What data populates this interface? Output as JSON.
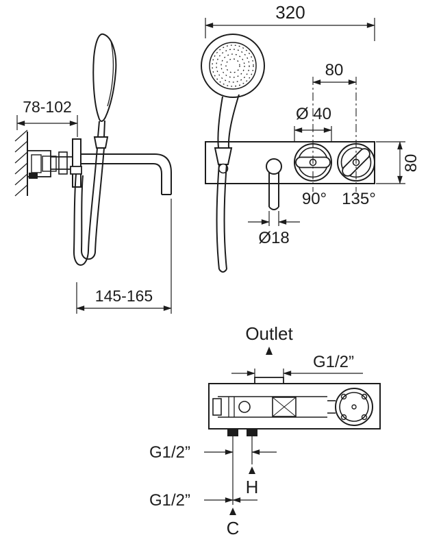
{
  "page": {
    "background": "#ffffff",
    "line_color": "#1c1c1c"
  },
  "front_view": {
    "width": "320",
    "handle_spacing": "80",
    "handle_diameter": "Ø 40",
    "plate_height": "80",
    "left_handle_angle": "90°",
    "right_handle_angle": "135°",
    "spout_diameter": "Ø18"
  },
  "side_view": {
    "install_depth": "78-102",
    "spout_reach": "145-165"
  },
  "plan_view": {
    "outlet": "Outlet",
    "outlet_thread": "G1/2”",
    "hot_thread": "G1/2”",
    "cold_thread": "G1/2”",
    "hot": "H",
    "cold": "C"
  }
}
